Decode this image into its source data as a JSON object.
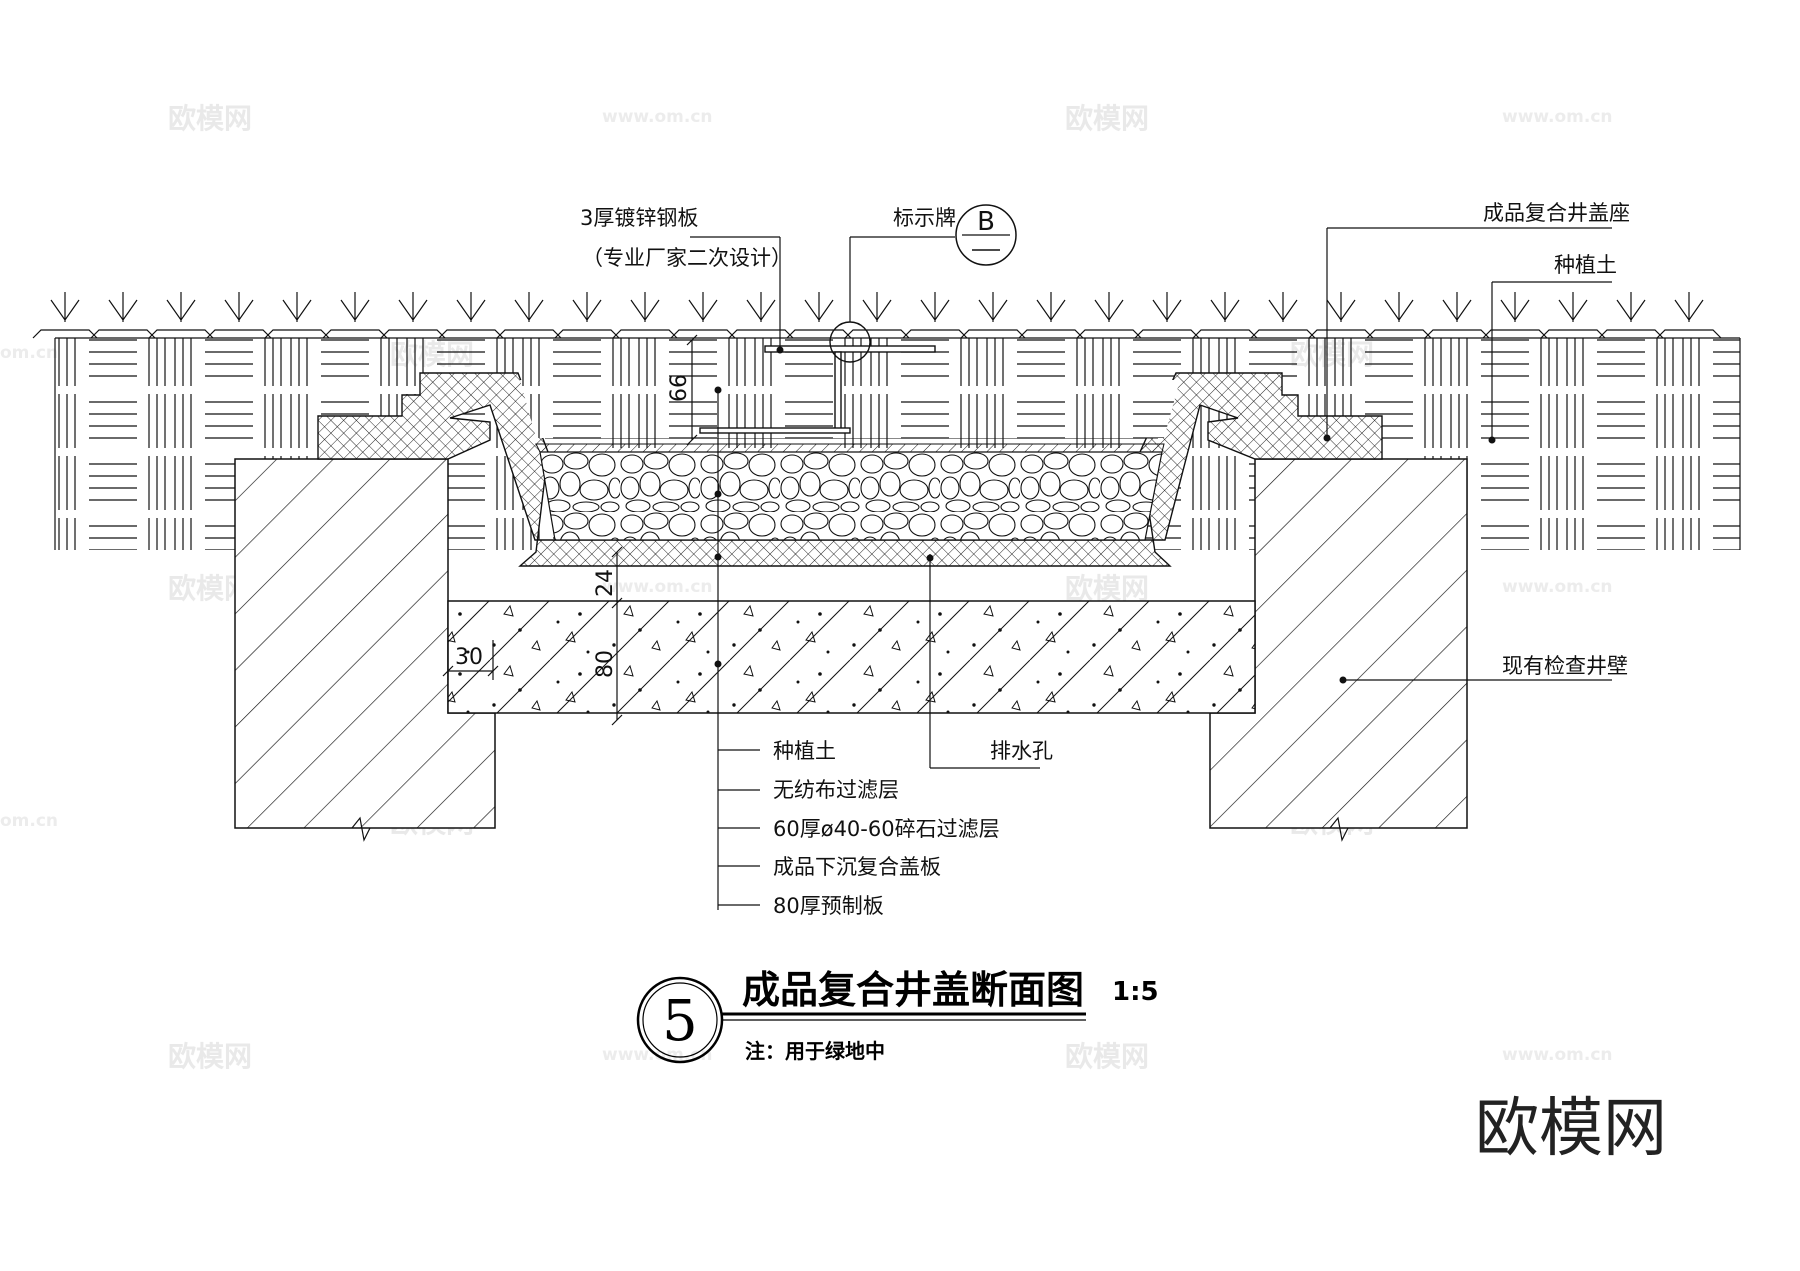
{
  "labels": {
    "steel_plate": "3厚镀锌钢板",
    "steel_plate_note": "（专业厂家二次设计）",
    "sign": "标示牌",
    "sign_mark": "B",
    "cover_seat": "成品复合井盖座",
    "planting_soil_top": "种植土",
    "existing_wall": "现有检查井壁",
    "drain_hole": "排水孔"
  },
  "layer_list": [
    "种植土",
    "无纺布过滤层",
    "60厚ø40-60碎石过滤层",
    "成品下沉复合盖板",
    "80厚预制板"
  ],
  "dimensions": {
    "d66": "66",
    "d24": "24",
    "d80": "80",
    "d30": "30"
  },
  "title": {
    "number": "5",
    "text": "成品复合井盖断面图",
    "scale": "1:5",
    "note": "注：用于绿地中"
  },
  "watermark": {
    "brand": "欧模网",
    "url": "www.om.cn",
    "url_short": "om.cn"
  }
}
